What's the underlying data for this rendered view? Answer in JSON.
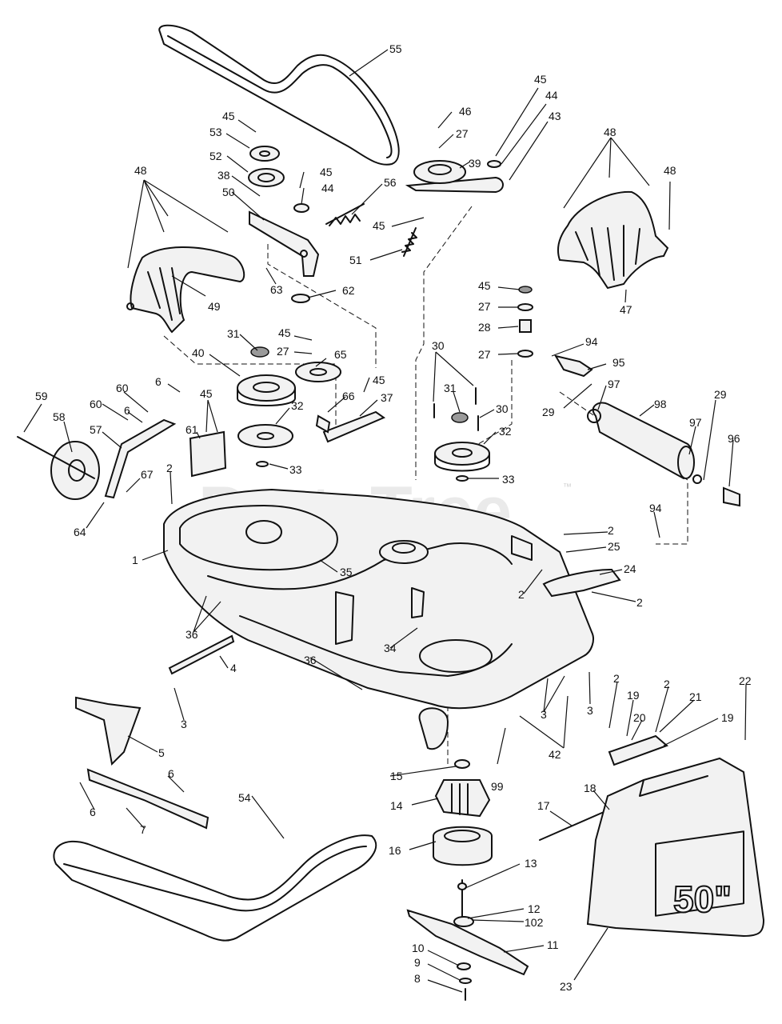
{
  "diagram": {
    "watermark": "PartsTree",
    "trademark": "™",
    "deck_badge": "50\"",
    "callouts": [
      {
        "id": "55",
        "label": "55"
      },
      {
        "id": "45a",
        "label": "45"
      },
      {
        "id": "53",
        "label": "53"
      },
      {
        "id": "52",
        "label": "52"
      },
      {
        "id": "38",
        "label": "38"
      },
      {
        "id": "50",
        "label": "50"
      },
      {
        "id": "45b",
        "label": "45"
      },
      {
        "id": "44a",
        "label": "44"
      },
      {
        "id": "56",
        "label": "56"
      },
      {
        "id": "45c",
        "label": "45"
      },
      {
        "id": "51",
        "label": "51"
      },
      {
        "id": "63",
        "label": "63"
      },
      {
        "id": "62",
        "label": "62"
      },
      {
        "id": "48a",
        "label": "48"
      },
      {
        "id": "49",
        "label": "49"
      },
      {
        "id": "46",
        "label": "46"
      },
      {
        "id": "27a",
        "label": "27"
      },
      {
        "id": "39",
        "label": "39"
      },
      {
        "id": "45d",
        "label": "45"
      },
      {
        "id": "44b",
        "label": "44"
      },
      {
        "id": "43",
        "label": "43"
      },
      {
        "id": "48b",
        "label": "48"
      },
      {
        "id": "48c",
        "label": "48"
      },
      {
        "id": "47",
        "label": "47"
      },
      {
        "id": "45e",
        "label": "45"
      },
      {
        "id": "27b",
        "label": "27"
      },
      {
        "id": "28",
        "label": "28"
      },
      {
        "id": "27c",
        "label": "27"
      },
      {
        "id": "94a",
        "label": "94"
      },
      {
        "id": "95",
        "label": "95"
      },
      {
        "id": "29a",
        "label": "29"
      },
      {
        "id": "97a",
        "label": "97"
      },
      {
        "id": "98",
        "label": "98"
      },
      {
        "id": "29b",
        "label": "29"
      },
      {
        "id": "97b",
        "label": "97"
      },
      {
        "id": "96",
        "label": "96"
      },
      {
        "id": "31a",
        "label": "31"
      },
      {
        "id": "45f",
        "label": "45"
      },
      {
        "id": "27d",
        "label": "27"
      },
      {
        "id": "65",
        "label": "65"
      },
      {
        "id": "40",
        "label": "40"
      },
      {
        "id": "32a",
        "label": "32"
      },
      {
        "id": "33a",
        "label": "33"
      },
      {
        "id": "45g",
        "label": "45"
      },
      {
        "id": "66",
        "label": "66"
      },
      {
        "id": "37",
        "label": "37"
      },
      {
        "id": "30a",
        "label": "30"
      },
      {
        "id": "31b",
        "label": "31"
      },
      {
        "id": "30b",
        "label": "30"
      },
      {
        "id": "32b",
        "label": "32"
      },
      {
        "id": "33b",
        "label": "33"
      },
      {
        "id": "59",
        "label": "59"
      },
      {
        "id": "58",
        "label": "58"
      },
      {
        "id": "57",
        "label": "57"
      },
      {
        "id": "60a",
        "label": "60"
      },
      {
        "id": "60b",
        "label": "60"
      },
      {
        "id": "6a",
        "label": "6"
      },
      {
        "id": "6b",
        "label": "6"
      },
      {
        "id": "45h",
        "label": "45"
      },
      {
        "id": "61",
        "label": "61"
      },
      {
        "id": "67",
        "label": "67"
      },
      {
        "id": "64",
        "label": "64"
      },
      {
        "id": "2a",
        "label": "2"
      },
      {
        "id": "1",
        "label": "1"
      },
      {
        "id": "35",
        "label": "35"
      },
      {
        "id": "94b",
        "label": "94"
      },
      {
        "id": "2b",
        "label": "2"
      },
      {
        "id": "25",
        "label": "25"
      },
      {
        "id": "24",
        "label": "24"
      },
      {
        "id": "2c",
        "label": "2"
      },
      {
        "id": "2d",
        "label": "2"
      },
      {
        "id": "36a",
        "label": "36"
      },
      {
        "id": "34",
        "label": "34"
      },
      {
        "id": "4",
        "label": "4"
      },
      {
        "id": "36b",
        "label": "36"
      },
      {
        "id": "3a",
        "label": "3"
      },
      {
        "id": "3b",
        "label": "3"
      },
      {
        "id": "3c",
        "label": "3"
      },
      {
        "id": "42",
        "label": "42"
      },
      {
        "id": "2e",
        "label": "2"
      },
      {
        "id": "19a",
        "label": "19"
      },
      {
        "id": "2f",
        "label": "2"
      },
      {
        "id": "21",
        "label": "21"
      },
      {
        "id": "22",
        "label": "22"
      },
      {
        "id": "20",
        "label": "20"
      },
      {
        "id": "19b",
        "label": "19"
      },
      {
        "id": "5",
        "label": "5"
      },
      {
        "id": "99",
        "label": "99"
      },
      {
        "id": "15",
        "label": "15"
      },
      {
        "id": "18",
        "label": "18"
      },
      {
        "id": "6c",
        "label": "6"
      },
      {
        "id": "14",
        "label": "14"
      },
      {
        "id": "17",
        "label": "17"
      },
      {
        "id": "6d",
        "label": "6"
      },
      {
        "id": "7",
        "label": "7"
      },
      {
        "id": "54",
        "label": "54"
      },
      {
        "id": "16",
        "label": "16"
      },
      {
        "id": "13",
        "label": "13"
      },
      {
        "id": "12",
        "label": "12"
      },
      {
        "id": "102",
        "label": "102"
      },
      {
        "id": "11",
        "label": "11"
      },
      {
        "id": "10",
        "label": "10"
      },
      {
        "id": "9",
        "label": "9"
      },
      {
        "id": "8",
        "label": "8"
      },
      {
        "id": "23",
        "label": "23"
      }
    ]
  }
}
